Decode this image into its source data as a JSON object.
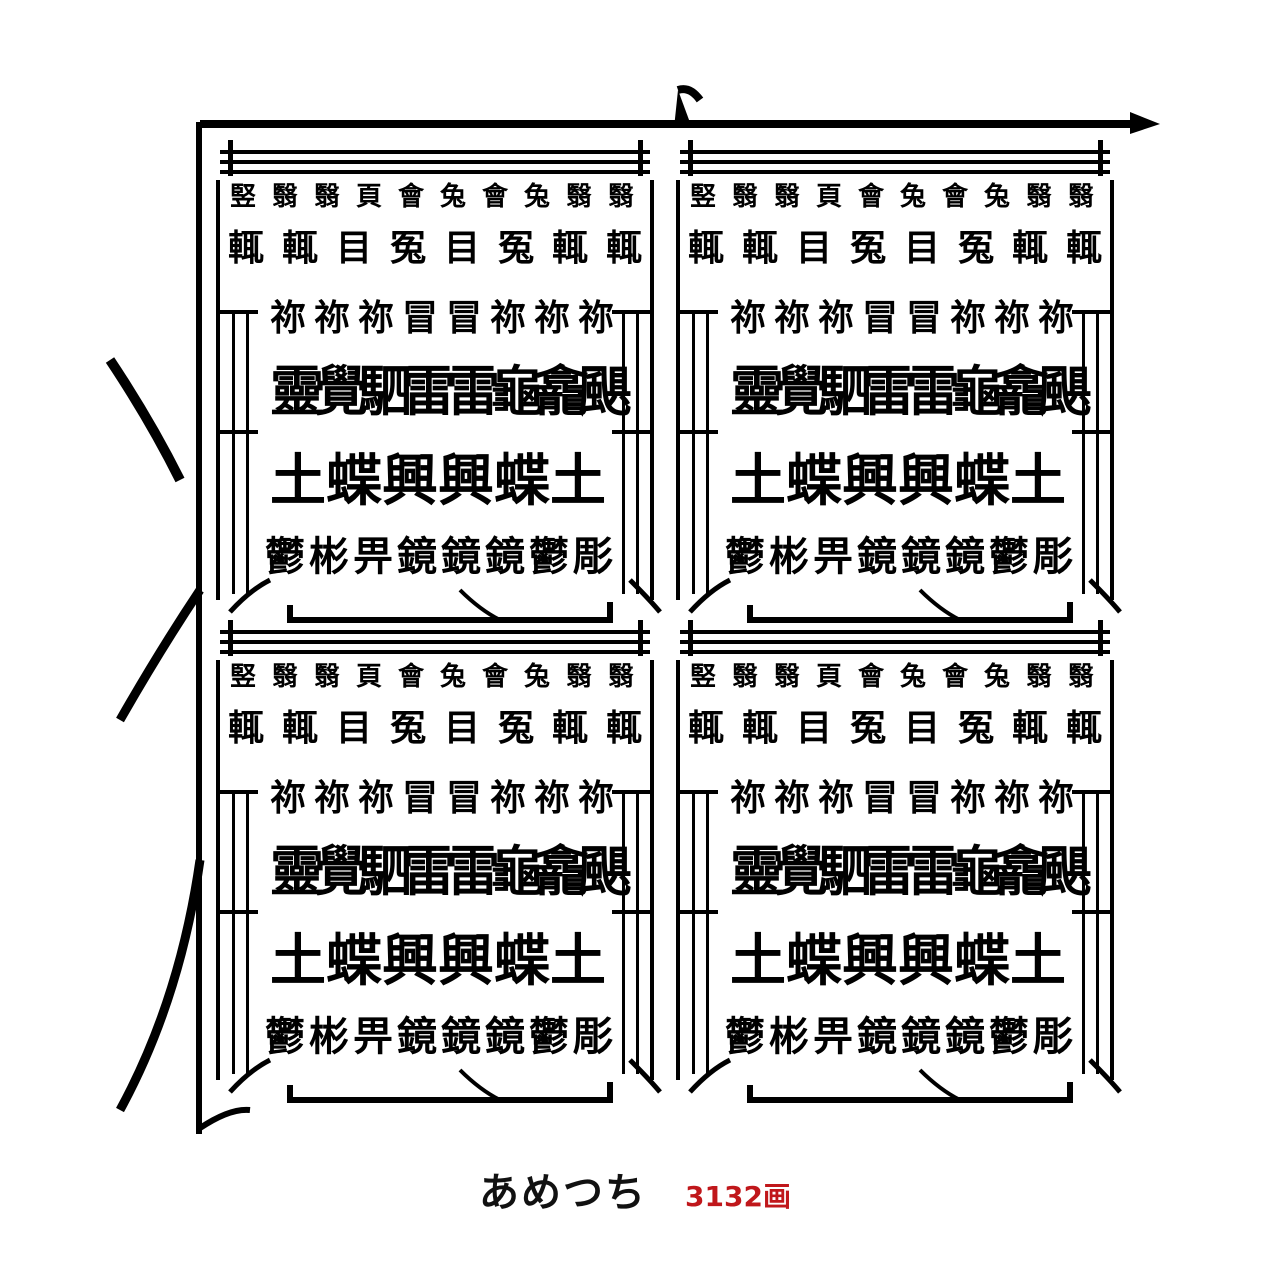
{
  "reading": "あめつち",
  "stroke_count": "3132画",
  "colors": {
    "ink": "#000000",
    "background": "#ffffff",
    "accent": "#c0171b",
    "caption": "#111111"
  },
  "glyph_rows": {
    "row1": [
      "竪",
      "翳",
      "翳",
      "頁",
      "會",
      "兔",
      "會",
      "兔",
      "翳",
      "翳"
    ],
    "row2": [
      "輒",
      "輒",
      "目",
      "冤",
      "目",
      "冤",
      "輒",
      "輒"
    ],
    "row3": [
      "祢",
      "祢",
      "祢",
      "冒",
      "冒",
      "祢",
      "祢",
      "祢"
    ],
    "row4": [
      "靈",
      "覺",
      "駟",
      "雷",
      "雷",
      "龜",
      "龕",
      "颶"
    ],
    "row5": [
      "土",
      "蝶",
      "興",
      "興",
      "蝶",
      "土"
    ],
    "row6": [
      "鬱",
      "彬",
      "畀",
      "鏡",
      "鏡",
      "鏡",
      "鬱",
      "彫"
    ]
  }
}
